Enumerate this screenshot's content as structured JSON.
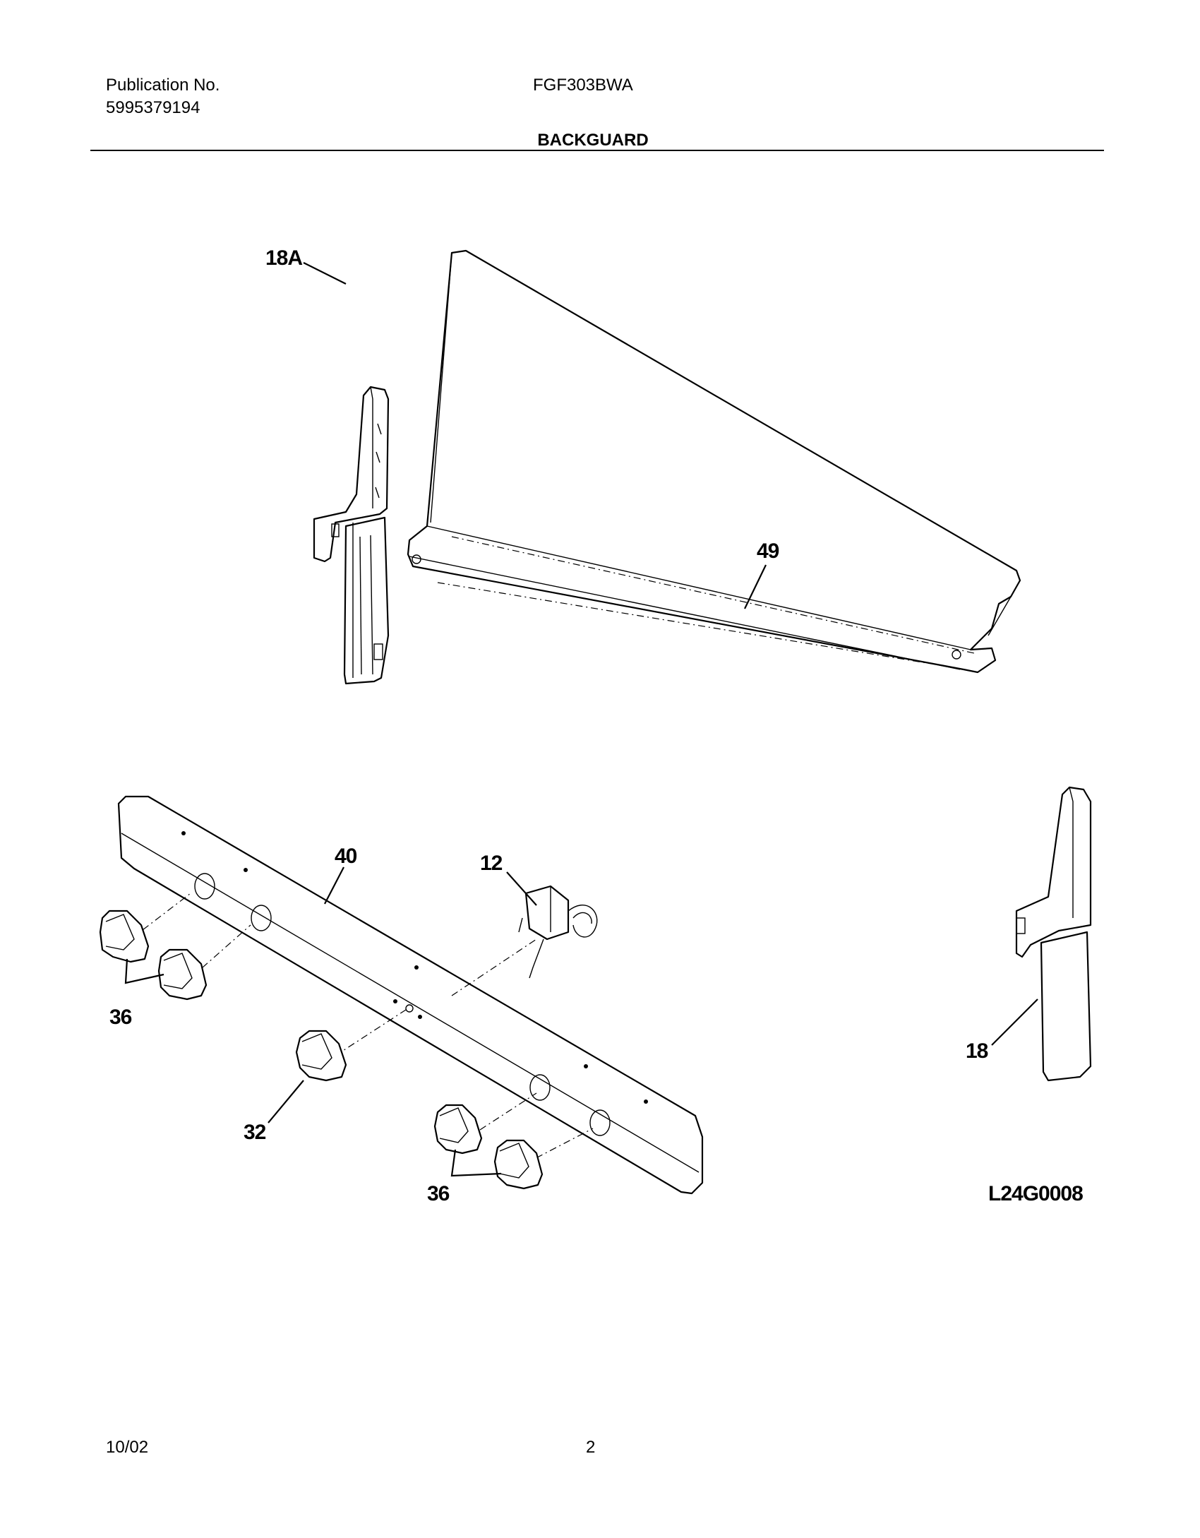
{
  "header": {
    "publication_label": "Publication No.",
    "publication_number": "5995379194",
    "model": "FGF303BWA",
    "section_title": "BACKGUARD"
  },
  "callouts": {
    "c18a": "18A",
    "c49": "49",
    "c40": "40",
    "c12": "12",
    "c36_left": "36",
    "c32": "32",
    "c36_bottom": "36",
    "c18": "18"
  },
  "drawing_ref": "L24G0008",
  "footer": {
    "date": "10/02",
    "page": "2"
  }
}
